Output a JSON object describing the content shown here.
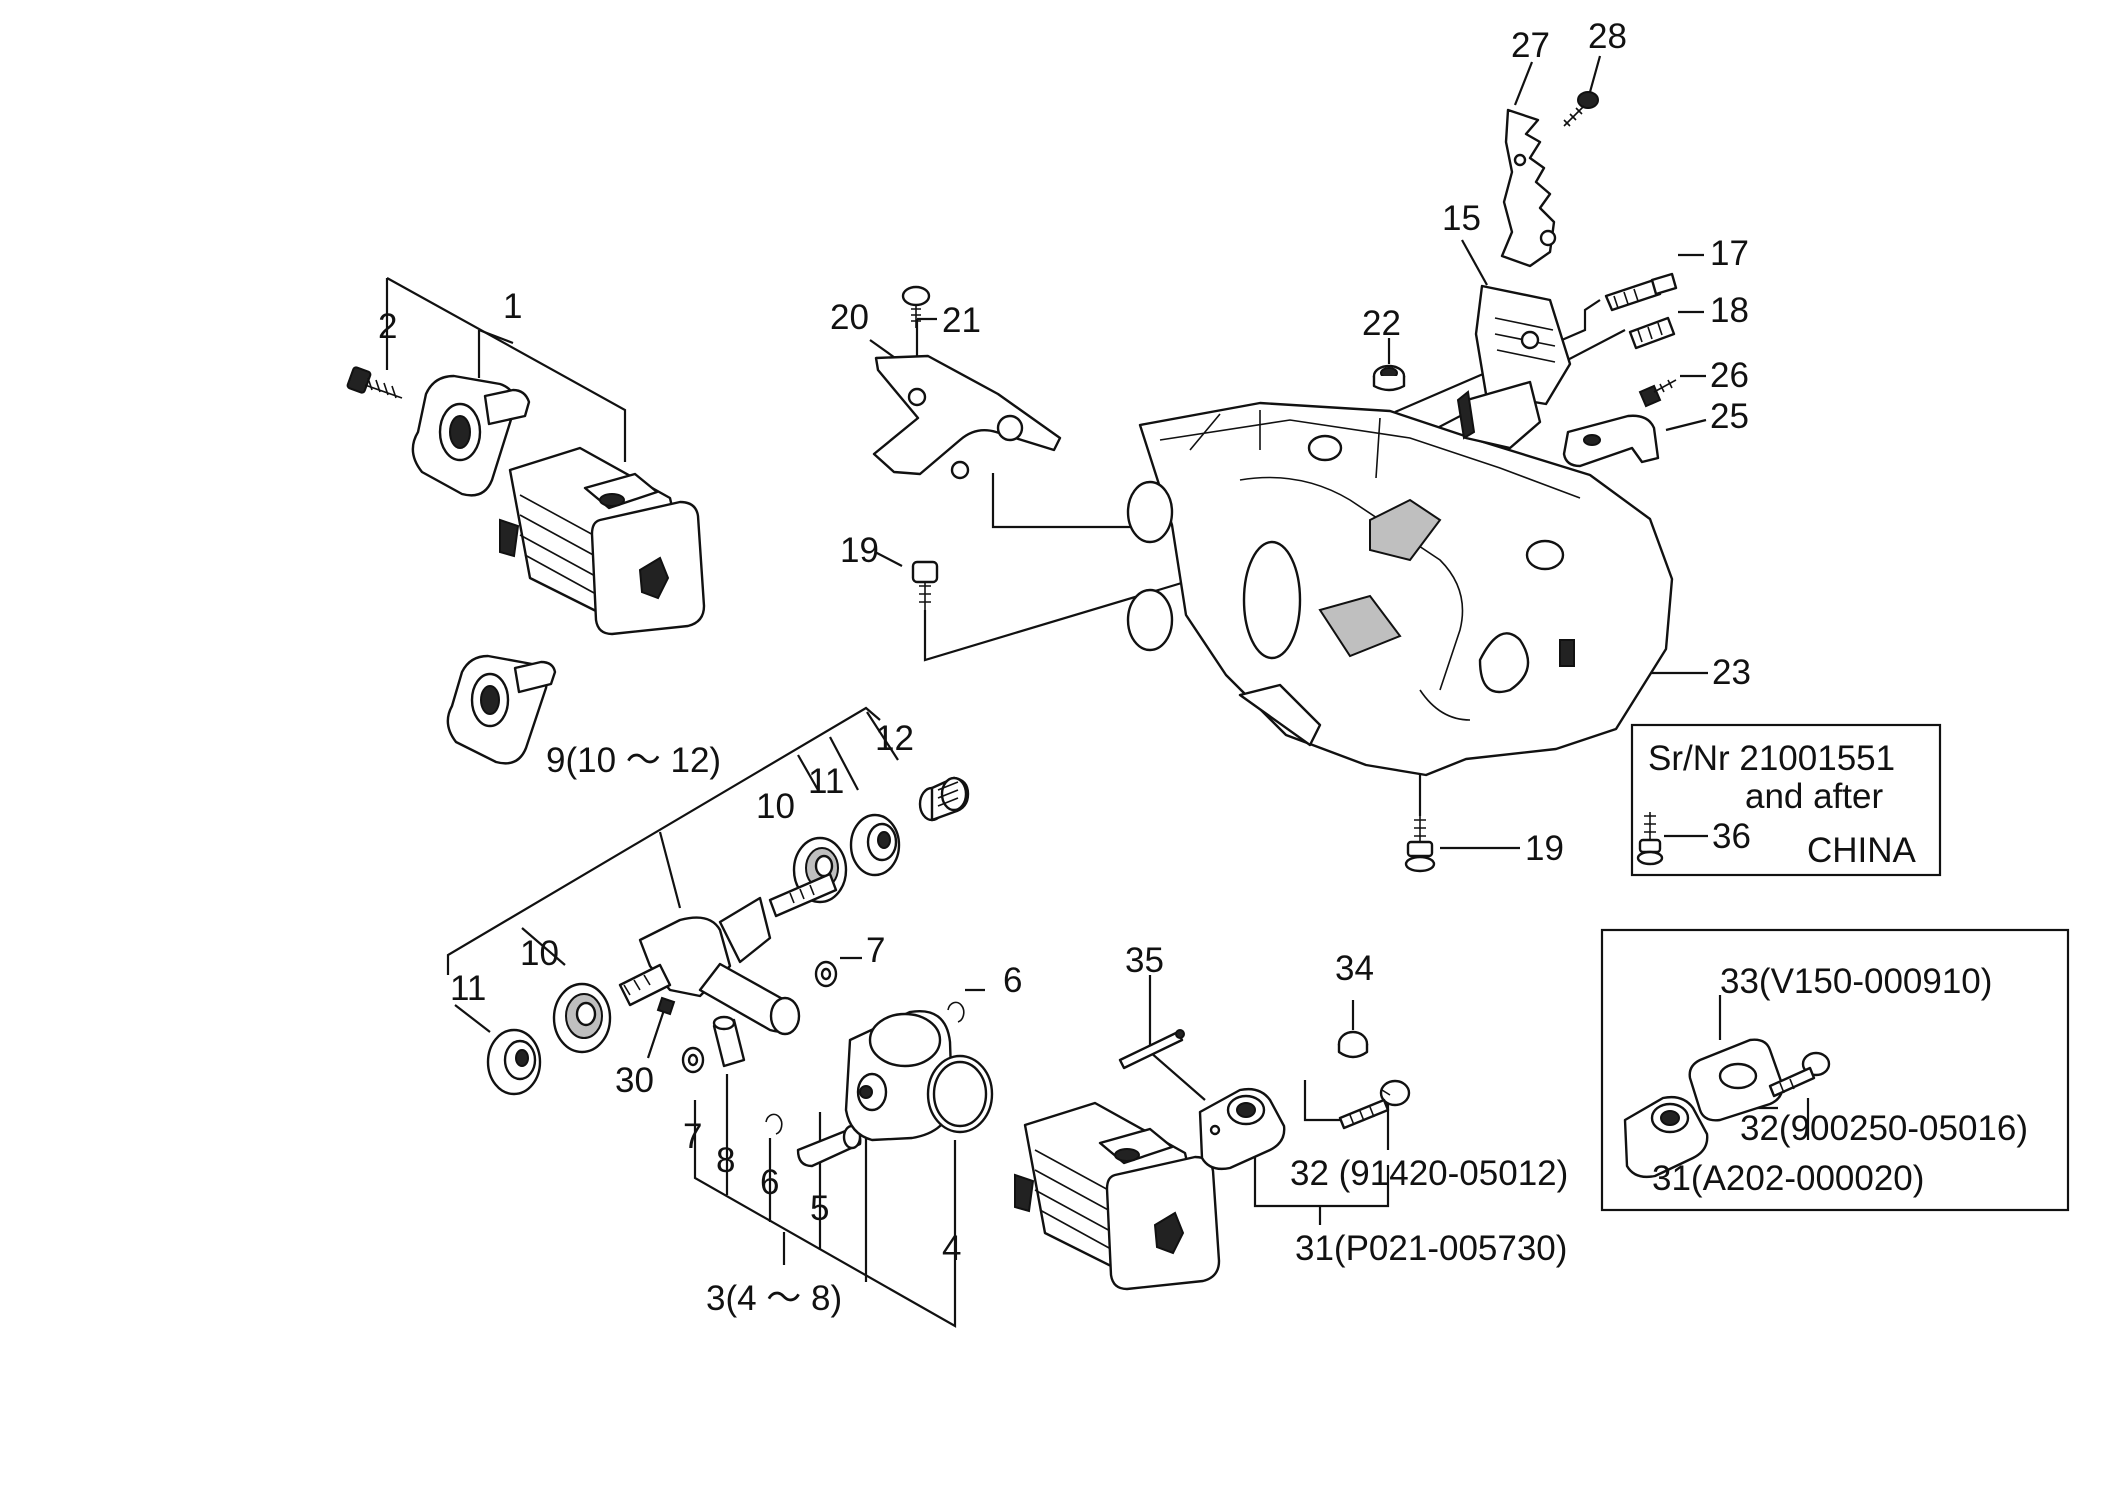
{
  "callouts": {
    "c1": "1",
    "c2": "2",
    "c3": "3(4 ～ 8)",
    "c4": "4",
    "c5": "5",
    "c6a": "6",
    "c6b": "6",
    "c7a": "7",
    "c7b": "7",
    "c8": "8",
    "c9": "9(10 ～ 12)",
    "c10a": "10",
    "c10b": "10",
    "c11a": "11",
    "c11b": "11",
    "c12": "12",
    "c15": "15",
    "c17": "17",
    "c18": "18",
    "c19a": "19",
    "c19b": "19",
    "c20": "20",
    "c21": "21",
    "c22": "22",
    "c23": "23",
    "c25": "25",
    "c26": "26",
    "c27": "27",
    "c28": "28",
    "c30": "30",
    "c31": "31(P021-005730)",
    "c32": "32 (91420-05012)",
    "c34": "34",
    "c35": "35"
  },
  "serial_box": {
    "line1": "Sr/Nr 21001551",
    "line2": "and after",
    "part": "36",
    "country": "CHINA"
  },
  "variant_box": {
    "c33": "33(V150-000910)",
    "c32": "32(900250-05016)",
    "c31": "31(A202-000020)"
  }
}
